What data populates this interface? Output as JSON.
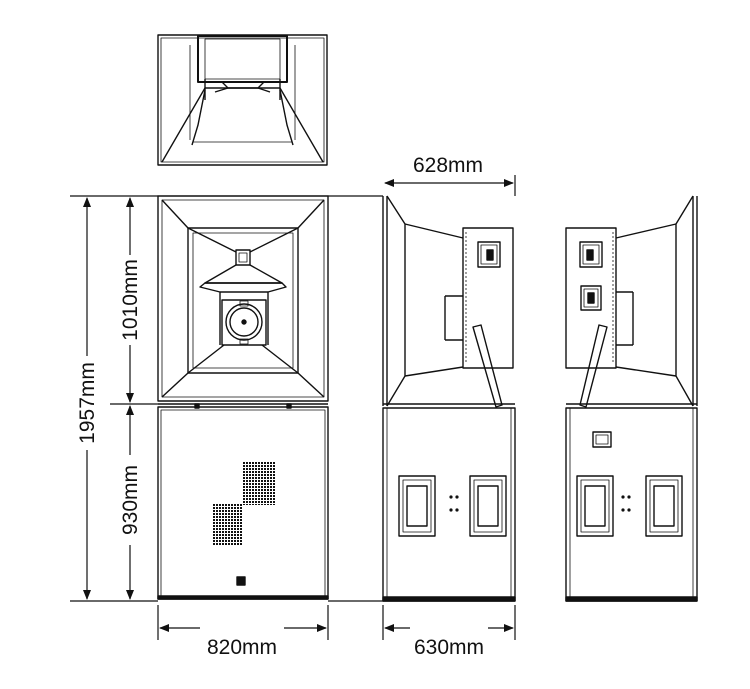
{
  "diagram": {
    "type": "technical-dimension-drawing",
    "dimensions": {
      "total_height": "1957mm",
      "top_section_height": "1010mm",
      "bottom_section_height": "930mm",
      "front_width": "820mm",
      "side_top_depth": "628mm",
      "side_bottom_depth": "630mm"
    },
    "views": [
      "top-view",
      "front-view",
      "side-view-left",
      "side-view-right"
    ]
  }
}
